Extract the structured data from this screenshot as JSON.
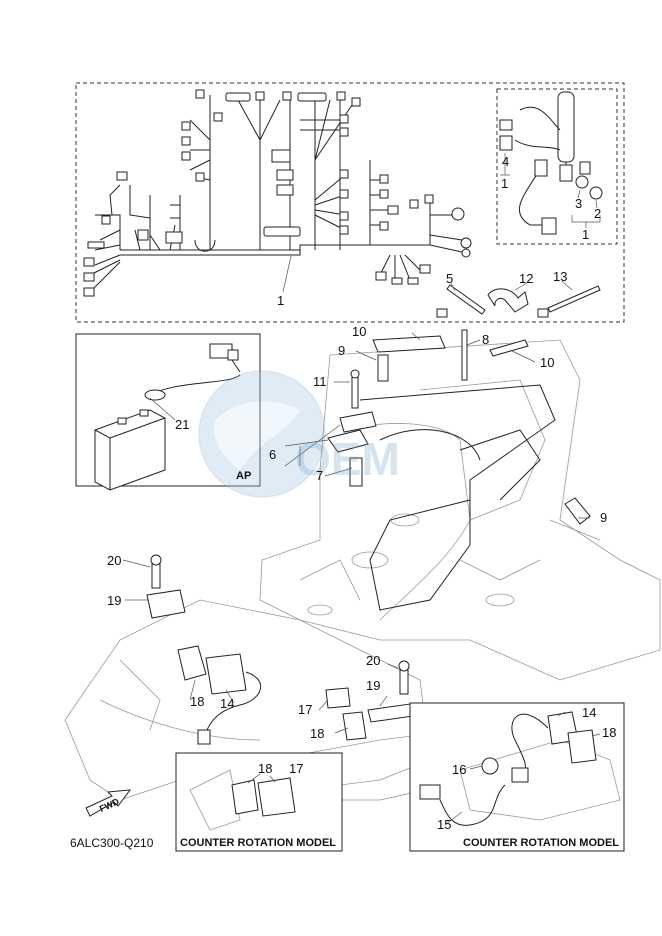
{
  "diagram": {
    "part_code": "6ALC300-Q210",
    "fwd_label": "FWD",
    "ap_label": "AP",
    "watermark": "OEM",
    "captions": {
      "counter_rotation_left": "COUNTER ROTATION MODEL",
      "counter_rotation_right": "COUNTER ROTATION MODEL"
    },
    "callouts": {
      "c1_main": "1",
      "c1_inset": "1",
      "c1_bracket": "1",
      "c2": "2",
      "c3": "3",
      "c4": "4",
      "c5": "5",
      "c6": "6",
      "c7": "7",
      "c8": "8",
      "c9_top": "9",
      "c9_right": "9",
      "c10_top": "10",
      "c10_right": "10",
      "c11": "11",
      "c12": "12",
      "c13": "13",
      "c14_left": "14",
      "c14_right": "14",
      "c15": "15",
      "c16": "16",
      "c17_mid": "17",
      "c17_box": "17",
      "c18_left": "18",
      "c18_mid": "18",
      "c18_box": "18",
      "c18_right": "18",
      "c19_left": "19",
      "c19_mid": "19",
      "c20_left": "20",
      "c20_mid": "20",
      "c21": "21"
    }
  }
}
